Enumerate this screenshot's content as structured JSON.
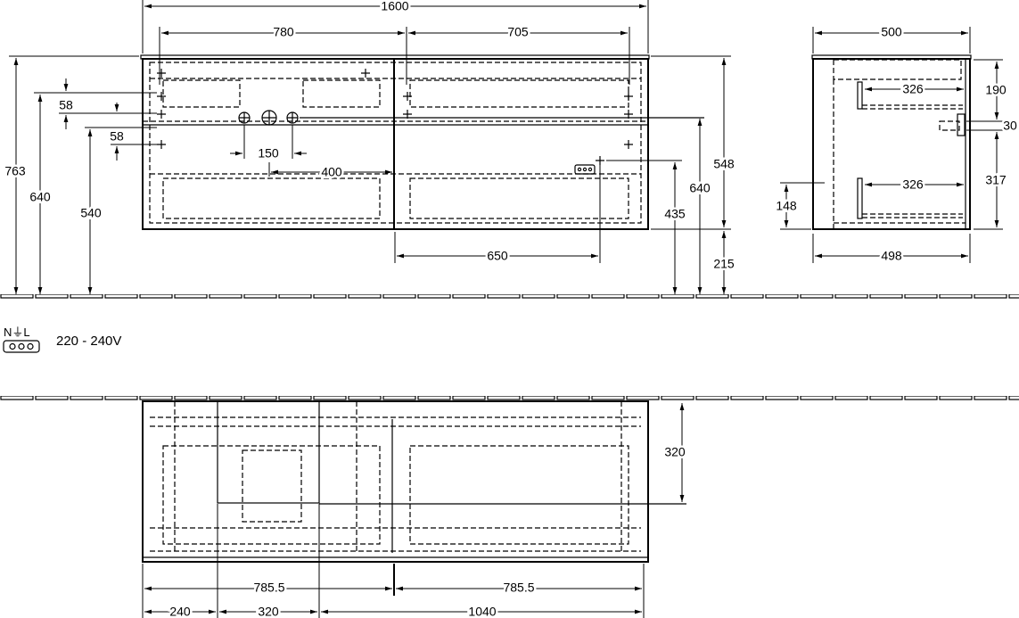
{
  "front_view": {
    "dims": {
      "overall_width": "1600",
      "left_half": "780",
      "right_half": "705",
      "total_height": "763",
      "height_640_left": "640",
      "height_540": "540",
      "offset_58_top": "58",
      "offset_58_bottom": "58",
      "pipe_spacing": "150",
      "pipe_offset": "400",
      "socket_offset": "650",
      "socket_height": "435",
      "height_640_right": "640",
      "cabinet_height": "548",
      "floor_clearance": "215"
    }
  },
  "side_view": {
    "dims": {
      "depth_top": "500",
      "depth_bottom": "498",
      "drawer_upper": "326",
      "drawer_lower": "326",
      "upper_height": "190",
      "gap": "30",
      "lower_height": "317",
      "plinth": "148"
    }
  },
  "electrical": {
    "symbol_label": "N⏚L",
    "voltage": "220 - 240V"
  },
  "plan_view": {
    "dims": {
      "depth": "320",
      "left_half": "785.5",
      "right_half": "785.5",
      "seg_240": "240",
      "seg_320": "320",
      "seg_1040": "1040"
    }
  }
}
